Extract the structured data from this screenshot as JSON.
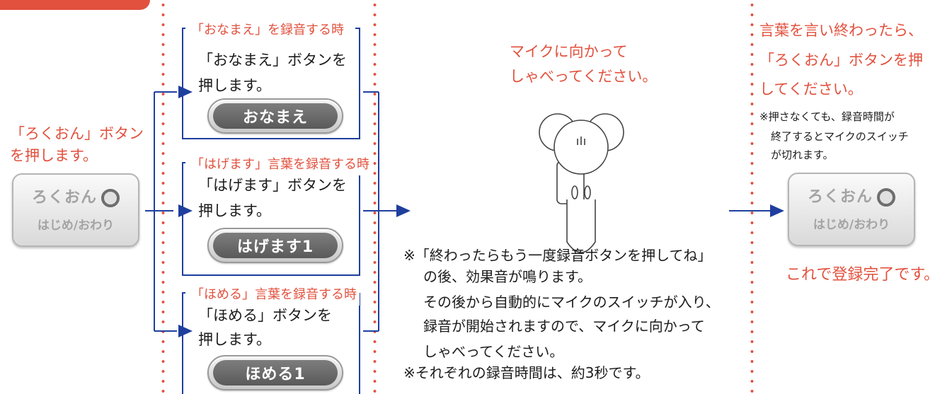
{
  "intro": {
    "line1": "「ろくおん」ボタン",
    "line2": "を押します。"
  },
  "rokuon_button": {
    "label1": "ろくおん",
    "label2": "はじめ/おわり"
  },
  "name_box": {
    "header": "「おなまえ」を録音する時",
    "line1": "「おなまえ」ボタンを",
    "line2": "押します。",
    "button": "おなまえ"
  },
  "cheer_box": {
    "header": "「はげます」言葉を録音する時",
    "line1": "「はげます」ボタンを",
    "line2": "押します。",
    "button": "はげます1"
  },
  "praise_box": {
    "header": "「ほめる」言葉を録音する時",
    "line1": "「ほめる」ボタンを",
    "line2": "押します。",
    "button": "ほめる1"
  },
  "mic": {
    "line1": "マイクに向かって",
    "line2": "しゃべってください。"
  },
  "notes": {
    "line1": "※「終わったらもう一度録音ボタンを押してね」",
    "line2": "の後、効果音が鳴ります。",
    "line3": "その後から自動的にマイクのスイッチが入り、",
    "line4": "録音が開始されますので、マイクに向かって",
    "line5": "しゃべってください。",
    "line6": "※それぞれの録音時間は、約3秒です。"
  },
  "right": {
    "line1": "言葉を言い終わったら、",
    "line2": "「ろくおん」ボタンを押",
    "line3": "してください。",
    "note1": "※押さなくても、録音時間が",
    "note2": "終了するとマイクのスイッチ",
    "note3": "が切れます。",
    "done": "これで登録完了です。"
  },
  "colors": {
    "accent": "#e2513e",
    "line": "#1f3f9e"
  }
}
